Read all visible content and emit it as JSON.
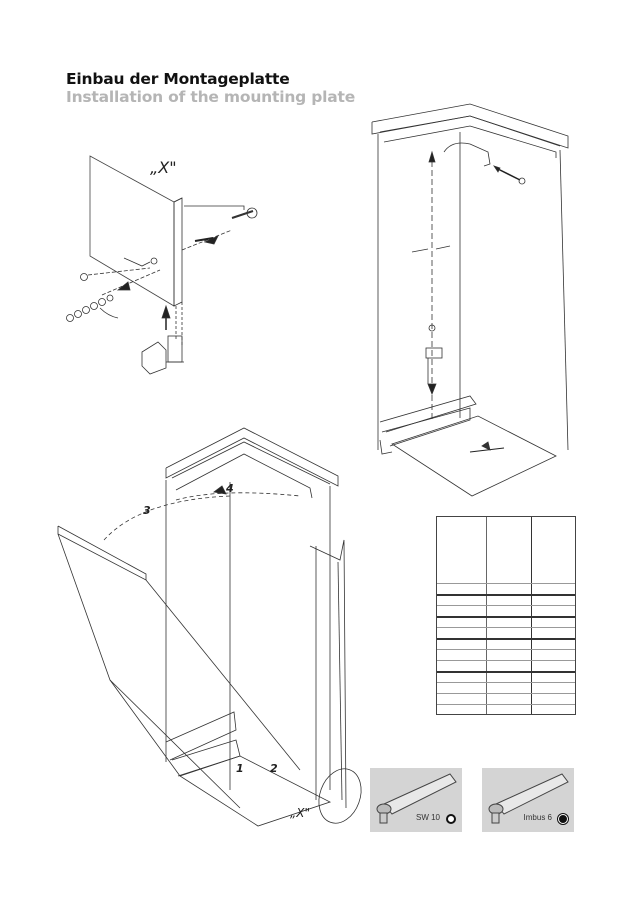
{
  "header": {
    "title_de": "Einbau der Montageplatte",
    "title_en": "Installation of the mounting plate"
  },
  "figures": {
    "detail_label": "„X\"",
    "detail_callout_label": "„X\"",
    "step_labels": [
      "1",
      "2",
      "3",
      "4"
    ]
  },
  "table": {
    "columns": 3,
    "rows": 12,
    "cells": []
  },
  "tools": [
    {
      "label": "SW 10",
      "symbol": "ring-icon"
    },
    {
      "label": "Imbus 6",
      "symbol": "dot-icon"
    }
  ]
}
